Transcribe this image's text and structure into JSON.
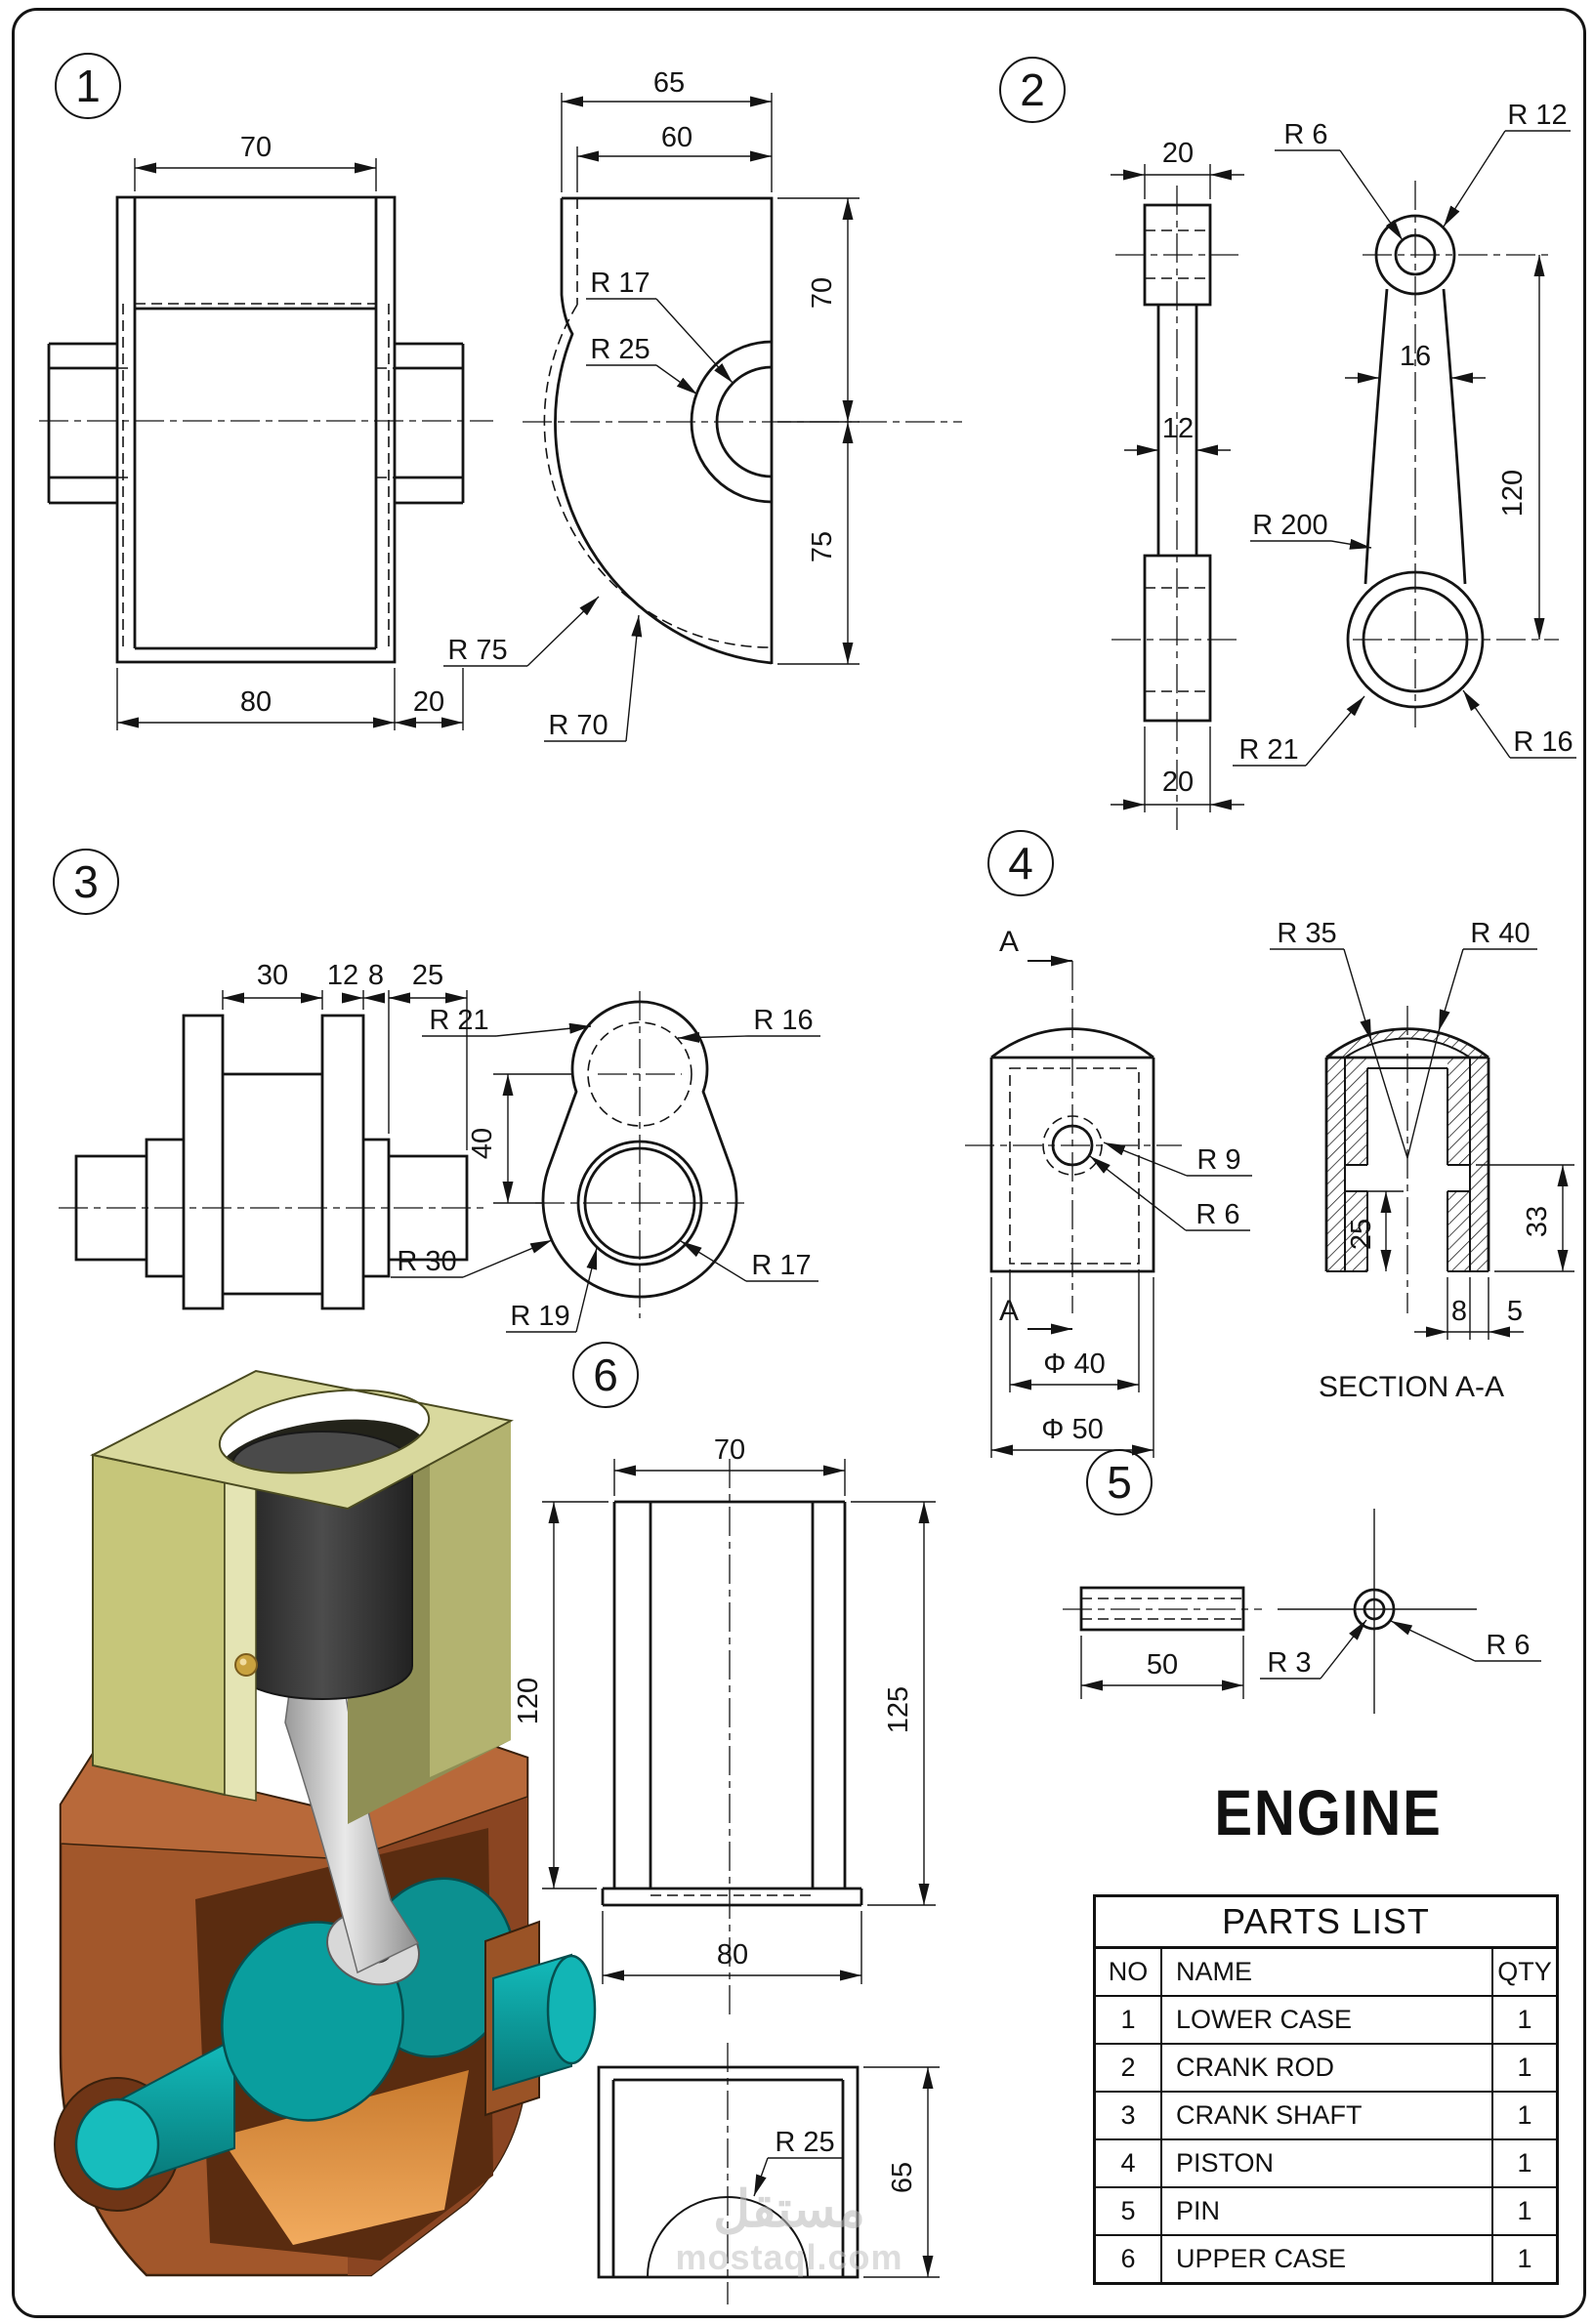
{
  "title": "ENGINE",
  "watermark": {
    "line1": "مستقل",
    "line2": "mostaql.com"
  },
  "parts_list": {
    "title": "PARTS LIST",
    "headers": {
      "no": "NO",
      "name": "NAME",
      "qty": "QTY"
    },
    "rows": [
      {
        "no": "1",
        "name": "LOWER CASE",
        "qty": "1"
      },
      {
        "no": "2",
        "name": "CRANK ROD",
        "qty": "1"
      },
      {
        "no": "3",
        "name": "CRANK SHAFT",
        "qty": "1"
      },
      {
        "no": "4",
        "name": "PISTON",
        "qty": "1"
      },
      {
        "no": "5",
        "name": "PIN",
        "qty": "1"
      },
      {
        "no": "6",
        "name": "UPPER CASE",
        "qty": "1"
      }
    ]
  },
  "drawings": {
    "part1": {
      "balloon": "1",
      "dim_70_top": "70",
      "dim_65": "65",
      "dim_60": "60",
      "dim_70_v": "70",
      "dim_75_v": "75",
      "r17": "R 17",
      "r25": "R 25",
      "r75": "R 75",
      "r70": "R 70",
      "dim_80": "80",
      "dim_20": "20"
    },
    "part2": {
      "balloon": "2",
      "dim_20_top": "20",
      "r6_top": "R 6",
      "r12": "R 12",
      "dim_12": "12",
      "dim_16": "16",
      "dim_120": "120",
      "r200": "R 200",
      "r21": "R 21",
      "r16": "R 16",
      "dim_20_bottom": "20"
    },
    "part3": {
      "balloon": "3",
      "dim_30": "30",
      "dim_12": "12",
      "dim_8": "8",
      "dim_25": "25",
      "r21": "R 21",
      "r16": "R 16",
      "dim_40": "40",
      "r30": "R 30",
      "r19": "R 19",
      "r17": "R 17"
    },
    "part4": {
      "balloon": "4",
      "label_a_top": "A",
      "label_a_bottom": "A",
      "r35": "R 35",
      "r40": "R 40",
      "r9": "R 9",
      "r6": "R 6",
      "dim_25": "25",
      "dim_33": "33",
      "dim_8": "8",
      "dim_5": "5",
      "dia_40": "Φ 40",
      "dia_50": "Φ 50",
      "section": "SECTION A-A"
    },
    "part5": {
      "balloon": "5",
      "dim_50": "50",
      "r3": "R 3",
      "r6": "R 6"
    },
    "part6": {
      "balloon": "6",
      "dim_70": "70",
      "dim_120": "120",
      "dim_125": "125",
      "dim_80": "80",
      "r25": "R 25",
      "dim_65": "65"
    }
  },
  "render_colors": {
    "upper_case": "#c6c67a",
    "lower_case": "#a2572b",
    "crank_shaft": "#0a9e9e",
    "crank_rod": "#d8d8d8",
    "piston": "#3a3a3a",
    "pin": "#c9a23f"
  }
}
